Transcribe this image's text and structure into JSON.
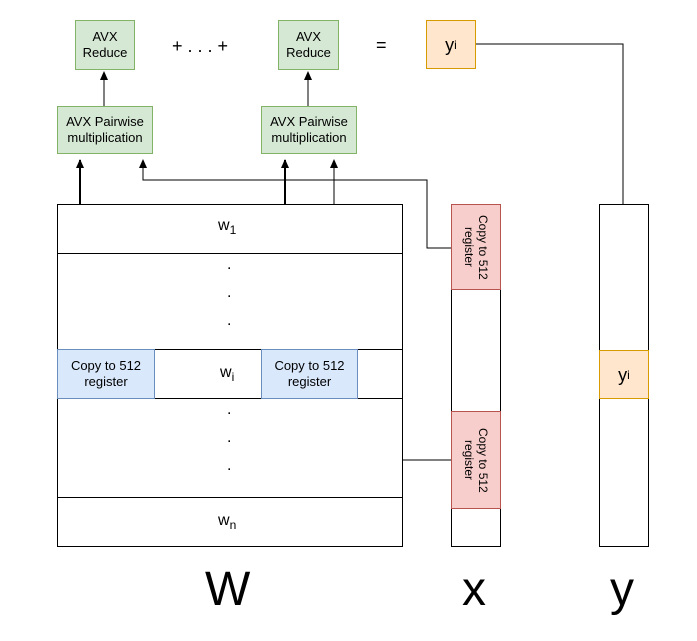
{
  "reduce": {
    "label_line1": "AVX",
    "label_line2": "Reduce"
  },
  "pairwise": {
    "label_line1": "AVX Pairwise",
    "label_line2": "multiplication"
  },
  "equation": {
    "plus_dots": "+ . . . +",
    "equals": "="
  },
  "result_var": "y",
  "result_sub": "i",
  "matrix": {
    "name": "W",
    "row_first": "w",
    "row_first_sub": "1",
    "row_mid": "w",
    "row_mid_sub": "i",
    "row_last": "w",
    "row_last_sub": "n",
    "dot": "."
  },
  "copy_register": {
    "line1": "Copy to 512",
    "line2": "register"
  },
  "vector_x": {
    "name": "x"
  },
  "vector_y": {
    "name": "y"
  },
  "colors": {
    "green_fill": "#d5e8d4",
    "green_stroke": "#82b366",
    "orange_fill": "#ffe6cc",
    "orange_stroke": "#d79b00",
    "blue_fill": "#dae8fc",
    "blue_stroke": "#6c8ebf",
    "red_fill": "#f8cecc",
    "red_stroke": "#b85450"
  }
}
